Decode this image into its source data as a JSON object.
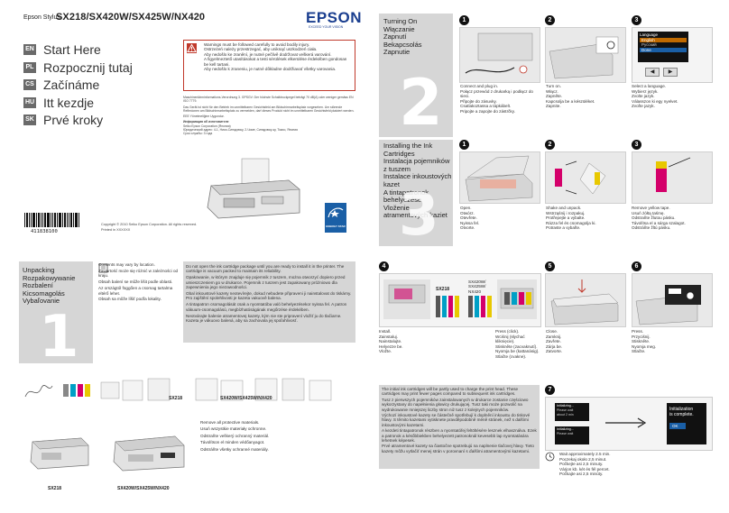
{
  "header": {
    "brand_small": "Epson Stylus",
    "models": "SX218/SX420W/SX425W/NX420",
    "logo": "EPSON",
    "tagline": "EXCEED YOUR VISION"
  },
  "languages": [
    {
      "code": "EN",
      "title": "Start Here"
    },
    {
      "code": "PL",
      "title": "Rozpocznij tutaj"
    },
    {
      "code": "CS",
      "title": "Začínáme"
    },
    {
      "code": "HU",
      "title": "Itt kezdje"
    },
    {
      "code": "SK",
      "title": "Prvé kroky"
    }
  ],
  "warning": [
    "Warnings must be followed carefully to avoid bodily injury.",
    "Ostrzeżeń należy przestrzegać, aby uniknąć uszkodzeń ciała.",
    "Aby nedošlo ke zranění, je nutné pečlivě dodržovat veškerá varování.",
    "A figyelmeztető utasításokat a testi sérülések elkerülése érdekében gondosan be kell tartani.",
    "Aby nedošlo k zraneniu, je nutné dôkladne dodržiavať všetky varovania."
  ],
  "legal": [
    "Maschinenlärminformations-Verordnung 3. GPSGV: Der höchste Schalldruckpegel beträgt 70 dB(A) oder weniger gemäss EN ISO 7779.",
    "Das Gerät ist nicht für den Betrieb im unmittelbaren Gesichtsfeld am Bildschirmarbeitsplatz vorgesehen. Um störende Reflexionen am Bildschirmarbeitsplatz zu vermeiden, darf dieses Produkt nicht im unmittelbaren Gesichtsfeld platziert werden.",
    "EEE Yönetmeliğine Uygundur.",
    "Информация об изготовителе",
    "Seiko Epson Corporation (Япония)",
    "Юридический адрес: 4-1, Ниси-Синздзюку, 2-Чоме, Синздзюку-ку, Токио, Япония",
    "Срок службы: 3 года"
  ],
  "copyright": "Copyright © 2010 Seiko Epson Corporation. All rights reserved.",
  "printed": "Printed in XXXXXX",
  "barcode_text": "411838100",
  "energy_star": "ENERGY STAR",
  "unpacking": {
    "step": "1",
    "titles": [
      "Unpacking",
      "Rozpakowywanie",
      "Rozbalení",
      "Kicsomagolás",
      "Vybaľovanie"
    ],
    "contents_note": [
      "Contents may vary by location.",
      "Zawartość może się różnić w zależności od kraju.",
      "Obsah balení se může lišit podle oblasti.",
      "Az országtól függően a csomag tartalma eltérő lehet.",
      "Obsah sa môže líšiť podľa lokality."
    ],
    "ink_warning": [
      "Do not open the ink cartridge package until you are ready to install it in the printer. The cartridge is vacuum packed to maintain its reliability.",
      "Opakowanie, w którym znajduje się pojemnik z tuszem, można otworzyć dopiero przed umieszczeniem go w drukarce. Pojemnik z tuszem jest zapakowany próżniowo dla zapewnienia jego niezawodności.",
      "Obal inkoustové kazety neotevírejte, dokud nebudete připraveni ji nainstalovat do tiskárny. Pro zajištění spolehlivosti je kazeta vakuově balena.",
      "A tintapatron csomagolását csak a nyomtatóba való behelyezésekor nyissa fel. A patron vákuum-csomagolású, megbízhatóságának megőrzése érdekében.",
      "Neotvárajte balenie atramentovej kazety, kým nie ste pripravení vložiť ju do tlačiarne. Kazeta je vákuovo balená, aby sa zachovala jej spoľahlivosť."
    ],
    "model_labels": [
      "SX218",
      "SX420W/SX425W/NX420"
    ],
    "remove_materials": [
      "Remove all protective materials.",
      "Usuń wszystkie materiały ochronne.",
      "Odstraňte veškerý ochranný materiál.",
      "Távolítson el minden védőanyagot.",
      "Odstráňte všetky ochranné materiály."
    ]
  },
  "turning_on": {
    "step": "2",
    "titles": [
      "Turning On",
      "Włączanie",
      "Zapnutí",
      "Bekapcsolás",
      "Zapnutie"
    ],
    "substeps": [
      {
        "num": "1",
        "text": [
          "Connect and plug in.",
          "Połącz przewód z drukarką i podłącz do sieci.",
          "Připojte do zásuvky.",
          "Csatlakoztassa a tápkábelt.",
          "Pripojte a zapojte do zástrčky."
        ]
      },
      {
        "num": "2",
        "text": [
          "Turn on.",
          "Włącz.",
          "Zapněte.",
          "Kapcsolja be a készüléket.",
          "Zapnite."
        ]
      },
      {
        "num": "3",
        "text": [
          "Select a language.",
          "Wybierz język.",
          "Zvolte jazyk.",
          "Válasszon ki egy nyelvet.",
          "Zvoľte jazyk."
        ]
      }
    ],
    "lcd": {
      "title": "Language",
      "option": "English",
      "lang2": "Русский",
      "done": "Done"
    }
  },
  "installing": {
    "step": "3",
    "titles": [
      "Installing the Ink Cartridges",
      "Instalacja pojemników z tuszem",
      "Instalace inkoustových kazet",
      "A tintapatronok behelyezése",
      "Vloženie atramentových kaziet"
    ],
    "substeps": [
      {
        "num": "1",
        "text": [
          "Open.",
          "Otwórz.",
          "Otevřete.",
          "Nyissa fel.",
          "Otvorte."
        ]
      },
      {
        "num": "2",
        "text": [
          "Shake and unpack.",
          "Wstrząśnij i rozpakuj.",
          "Protřepejte a vybalte.",
          "Rázza fel és csomagolja ki.",
          "Potraste a vybaľte."
        ]
      },
      {
        "num": "3",
        "text": [
          "Remove yellow tape.",
          "Usuń żółtą taśmę.",
          "Odstraňte žlutou pásku.",
          "Távolítsa el a sárga szalagot.",
          "Odstráňte žltú pásku."
        ]
      },
      {
        "num": "4",
        "text": [
          "Install.",
          "Zainstaluj.",
          "Nainstalujte.",
          "Helyezze be.",
          "Vložte."
        ]
      },
      {
        "num": "5",
        "text": [
          "Close.",
          "Zamknij.",
          "Zavřete.",
          "Zárja be.",
          "Zatvorte."
        ]
      },
      {
        "num": "6",
        "text": [
          "Press.",
          "Przyciśnij.",
          "Stiskněte.",
          "Nyomja meg.",
          "Stlačte."
        ]
      },
      {
        "num": "7",
        "text": [
          "Wait approximately 2.5 min.",
          "Poczekaj około 2,5 minut.",
          "Počkejte asi 2,5 minuty.",
          "Várjon kb. két és fél percet.",
          "Počkajte asi 2,5 minúty."
        ]
      }
    ],
    "press_click": [
      "Press (click).",
      "Wciśnij (słychać kliknięcie).",
      "Stiskněte (zacvaknutí).",
      "Nyomja be (kattanásig).",
      "Stlačte (cvakne)."
    ],
    "install_labels": [
      "SX218",
      "SX420W/ SX425W/ NX420"
    ],
    "charge_note": [
      "The initial ink cartridges will be partly used to charge the print head. These cartridges may print fewer pages compared to subsequent ink cartridges.",
      "Tusz z pierwszych pojemników zainstalowanych w drukarce zostanie częściowo wykorzystany do napełnienia głowicy drukującej. Tusz taki może pozwolić na wydrukowanie mniejszej liczby stron niż tusz z kolejnych pojemników.",
      "Výchozí inkoustové kazety se částečně spotřebují k doplnění inkoustu do tiskové hlavy. S těmito kazetami vytisknete pravděpodobně méně stránek, než s dalšími inkoustovými kazetami.",
      "A kezdeti tintapatronok részben a nyomtatófej feltöltésére lesznek elhasználva. Ezek a patronok a későbbiekben behelyezett patronoknál kevesebb lap nyomtatására lehetnek képesek.",
      "Prvé atramentové kazety sa čiastočne spotrebujú na naplnenie tlačovej hlavy. Tieto kazety môžu vytlačiť menej strán v porovnaní s ďalšími atramentovými kazetami."
    ],
    "lcd_init": {
      "line1": "Initializing...",
      "line2": "Please wait",
      "line3": "about 2 min",
      "complete_1": "Initialization",
      "complete_2": "is complete.",
      "ok": "OK"
    }
  },
  "colors": {
    "pane": "#d6d6d6",
    "epson_blue": "#1a3e8f",
    "warn_red": "#c0392b",
    "dark": "#111111"
  }
}
